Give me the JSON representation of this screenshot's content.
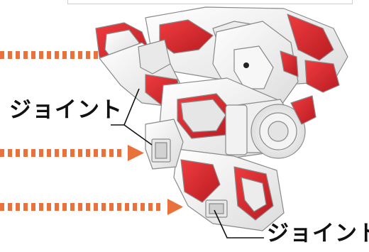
{
  "labels": {
    "joint_upper": "ジョイント",
    "joint_lower": "ジョイント"
  },
  "arrows": {
    "count": 3,
    "color": "#e8713c"
  },
  "figure": {
    "primary_color": "#f4f4f4",
    "accent_color": "#d7282f",
    "shadow_color": "#c9c9c9"
  }
}
